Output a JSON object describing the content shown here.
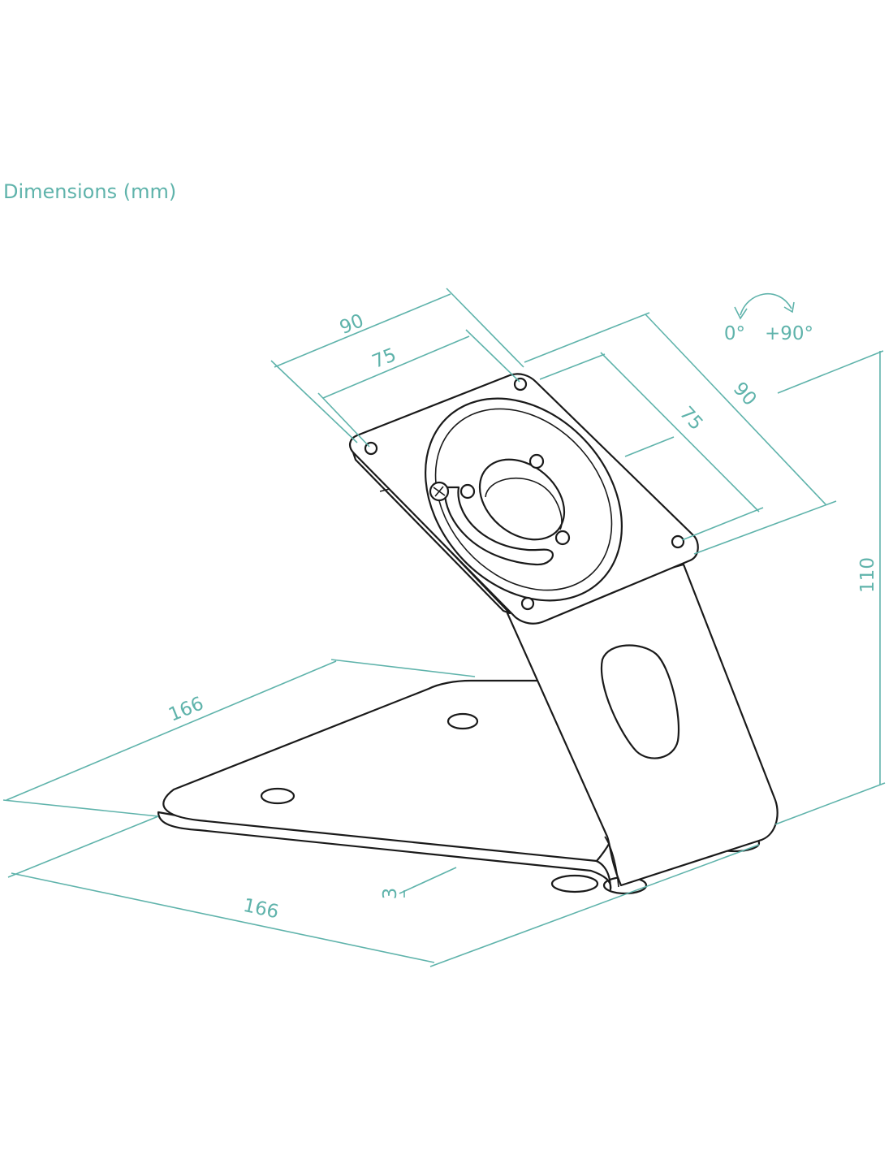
{
  "title": "Dimensions (mm)",
  "colors": {
    "dimension": "#5fb3ab",
    "outline": "#1a1a1a",
    "background": "#ffffff"
  },
  "dimensions": {
    "plate_width": "90",
    "plate_hole_width": "75",
    "plate_height": "90",
    "plate_hole_height": "75",
    "total_height": "110",
    "base_depth": "166",
    "base_width": "166",
    "base_thickness": "3"
  },
  "rotation": {
    "start_label": "0°",
    "end_label": "+90°"
  }
}
